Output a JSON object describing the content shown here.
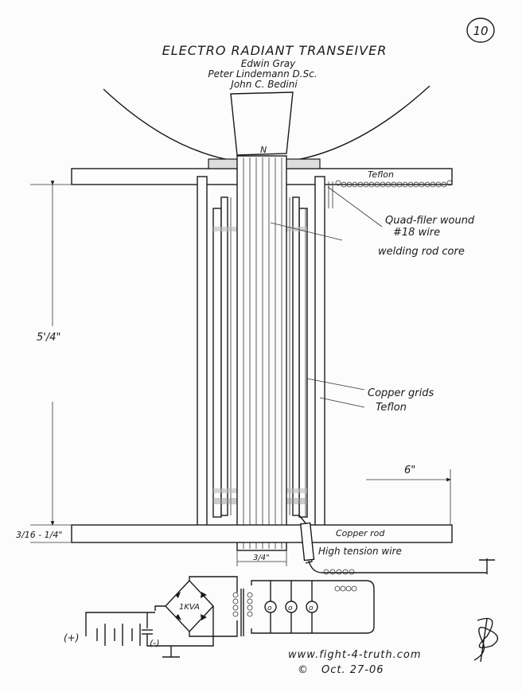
{
  "page_number": "10",
  "title": "ELECTRO RADIANT TRANSEIVER",
  "authors": [
    "Edwin Gray",
    "Peter Lindemann D.Sc.",
    "John C. Bedini"
  ],
  "labels": {
    "north_pole": "N",
    "teflon_top": "Teflon",
    "quad_filer": "Quad-filer wound",
    "wire_gauge": "#18 wire",
    "core": "welding rod core",
    "copper_grids": "Copper grids",
    "teflon_side": "Teflon",
    "copper_rod": "Copper rod",
    "high_tension": "High tension wire",
    "transformer_rating": "1KVA",
    "battery_plus": "(+)",
    "battery_minus": "(-)"
  },
  "dimensions": {
    "height": "5'/4\"",
    "radius": "6\"",
    "plate": "3/16 - 1/4\"",
    "core_width": "3/4\""
  },
  "footer": {
    "website": "www.fight-4-truth.com",
    "copyright_symbol": "©",
    "date": "Oct. 27-06"
  }
}
